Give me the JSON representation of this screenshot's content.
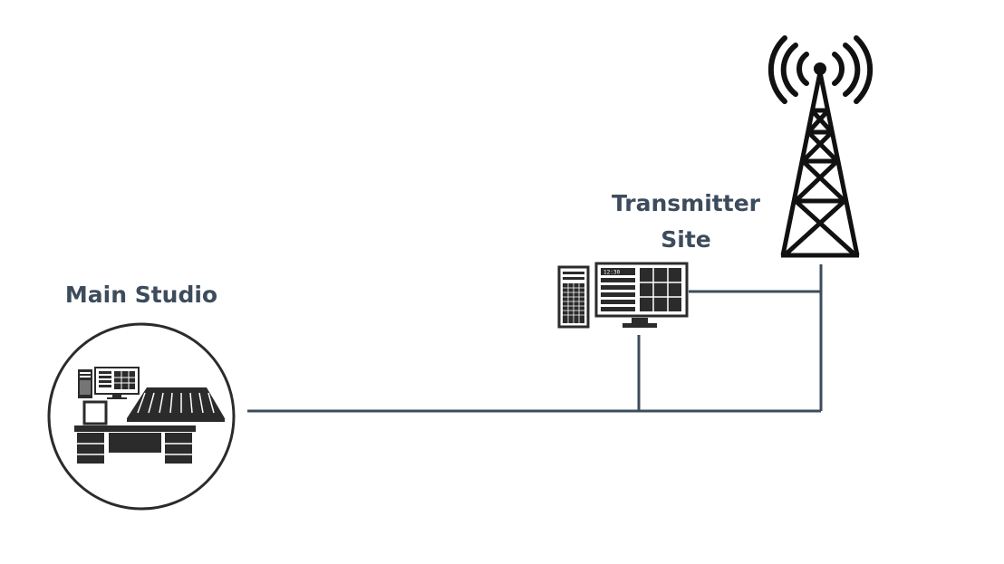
{
  "colors": {
    "label": "#3d4c5c",
    "line": "#3d4c5c",
    "icon": "#2b2b2b",
    "background": "#ffffff"
  },
  "labels": {
    "main_studio": "Main Studio",
    "transmitter_site_line1": "Transmitter",
    "transmitter_site_line2": "Site",
    "screen_clock": "12:30"
  },
  "icons": {
    "studio": "studio-console-icon",
    "computer": "desktop-computer-icon",
    "tower": "radio-tower-icon"
  }
}
